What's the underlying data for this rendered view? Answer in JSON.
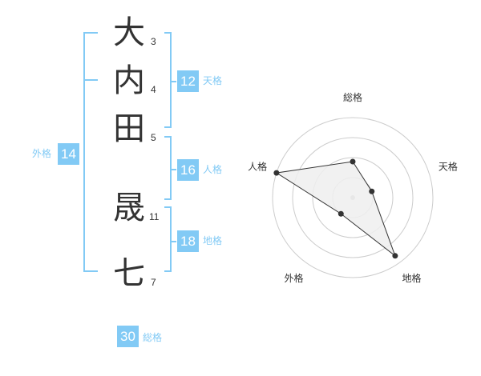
{
  "colors": {
    "accent": "#82caf5",
    "text": "#333333",
    "grid": "#cccccc",
    "fill": "#eeeeee"
  },
  "name": {
    "chars": [
      {
        "char": "大",
        "strokes": "3"
      },
      {
        "char": "内",
        "strokes": "4"
      },
      {
        "char": "田",
        "strokes": "5"
      },
      {
        "char": "晟",
        "strokes": "11"
      },
      {
        "char": "七",
        "strokes": "7"
      }
    ]
  },
  "fortune": {
    "tenkaku": {
      "value": "12",
      "label": "天格"
    },
    "jinkaku": {
      "value": "16",
      "label": "人格"
    },
    "chikaku": {
      "value": "18",
      "label": "地格"
    },
    "gaikaku": {
      "value": "14",
      "label": "外格"
    },
    "soukaku": {
      "value": "30",
      "label": "総格"
    }
  },
  "chart_data": {
    "type": "radar",
    "axes": [
      "総格",
      "天格",
      "地格",
      "外格",
      "人格"
    ],
    "values": [
      1.8,
      1.0,
      3.6,
      1.0,
      4.0
    ],
    "max": 4,
    "rings": 4
  }
}
